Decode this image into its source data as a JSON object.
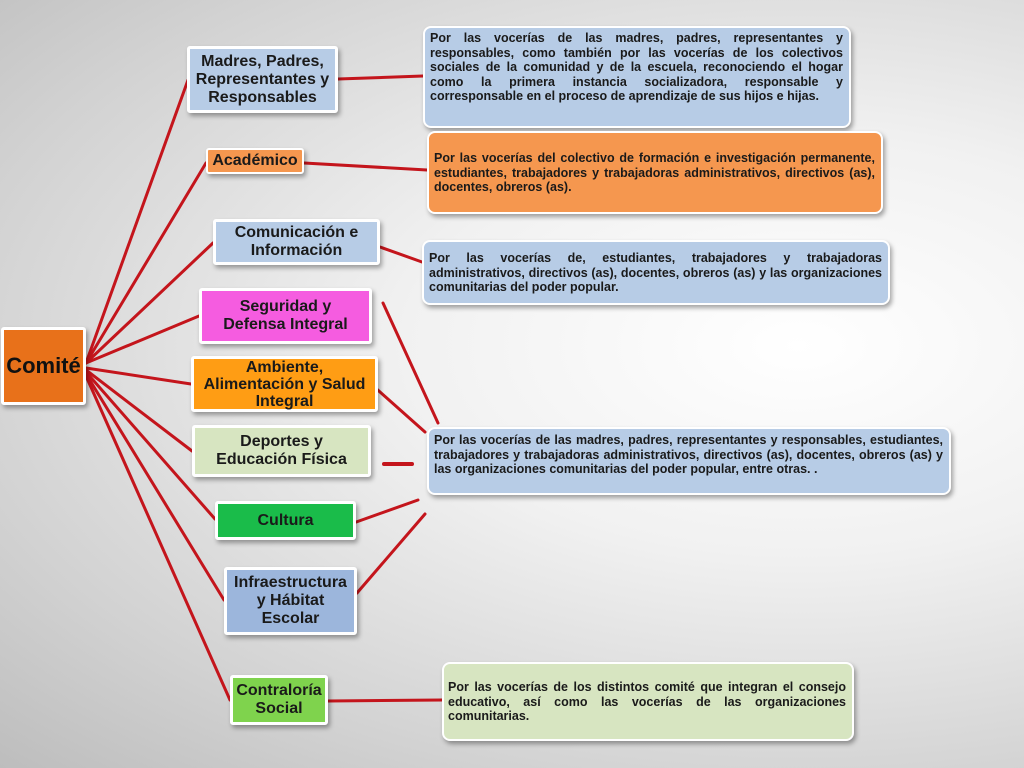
{
  "root": {
    "label": "Comité",
    "color": "#e8711a"
  },
  "categories": [
    {
      "id": "madres",
      "label": "Madres, Padres,\nRepresentantes y\nResponsables",
      "color": "#b7cce6"
    },
    {
      "id": "academico",
      "label": "Académico",
      "color": "#f5974f"
    },
    {
      "id": "comunicacion",
      "label": "Comunicación e\nInformación",
      "color": "#b7cce6"
    },
    {
      "id": "seguridad",
      "label": "Seguridad y\nDefensa Integral",
      "color": "#f55ce0"
    },
    {
      "id": "ambiente",
      "label": "Ambiente,\nAlimentación y Salud\nIntegral",
      "color": "#ff9d14"
    },
    {
      "id": "deportes",
      "label": "Deportes y\nEducación Física",
      "color": "#d7e5c1"
    },
    {
      "id": "cultura",
      "label": "Cultura",
      "color": "#1abc4a"
    },
    {
      "id": "infraestructura",
      "label": "Infraestructura\ny Hábitat\nEscolar",
      "color": "#9cb6dc"
    },
    {
      "id": "contraloria",
      "label": "Contraloría\nSocial",
      "color": "#7fd34d"
    }
  ],
  "descriptions": [
    {
      "id": "desc-madres",
      "text": "Por las vocerías de las madres, padres, representantes y responsables, como también por las vocerías de los colectivos sociales de la comunidad y de la escuela, reconociendo el hogar como la primera instancia socializadora, responsable y corresponsable en el proceso de aprendizaje de sus hijos e hijas.",
      "color": "#b7cce6"
    },
    {
      "id": "desc-academico",
      "text": "Por las vocerías del colectivo de formación e investigación permanente, estudiantes, trabajadores y trabajadoras administrativos, directivos (as), docentes, obreros (as).",
      "color": "#f5974f"
    },
    {
      "id": "desc-comunicacion",
      "text": "Por las vocerías de, estudiantes, trabajadores y trabajadoras administrativos, directivos (as), docentes, obreros (as) y las organizaciones comunitarias del poder popular.",
      "color": "#b7cce6"
    },
    {
      "id": "desc-comun",
      "text": "Por las vocerías de las madres, padres, representantes y responsables, estudiantes, trabajadores y trabajadoras administrativos, directivos (as), docentes, obreros (as) y las organizaciones comunitarias del poder popular, entre otras. .",
      "color": "#b7cce6"
    },
    {
      "id": "desc-contraloria",
      "text": "Por las vocerías de los distintos comité que integran el consejo educativo, así como las vocerías de las organizaciones comunitarias.",
      "color": "#d7e5c1"
    }
  ],
  "line_color": "#c4151c"
}
